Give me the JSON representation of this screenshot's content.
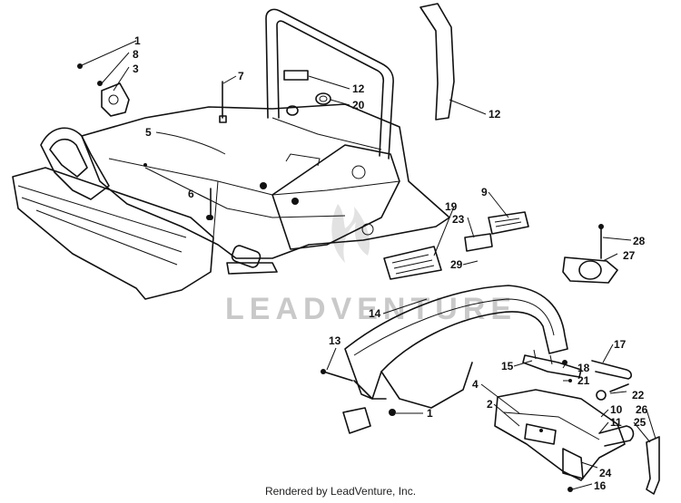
{
  "watermark": "LEADVENTURE",
  "credit": "Rendered by LeadVenture, Inc.",
  "callouts": {
    "c1a": "1",
    "c8": "8",
    "c3": "3",
    "c7": "7",
    "c12a": "12",
    "c20": "20",
    "c12b": "12",
    "c5": "5",
    "c6": "6",
    "c9": "9",
    "c19": "19",
    "c23": "23",
    "c29": "29",
    "c28": "28",
    "c27": "27",
    "c14": "14",
    "c13": "13",
    "c17": "17",
    "c15": "15",
    "c18": "18",
    "c21": "21",
    "c4": "4",
    "c22": "22",
    "c2": "2",
    "c10": "10",
    "c11": "11",
    "c1b": "1",
    "c26": "26",
    "c25": "25",
    "c24": "24",
    "c16": "16"
  }
}
